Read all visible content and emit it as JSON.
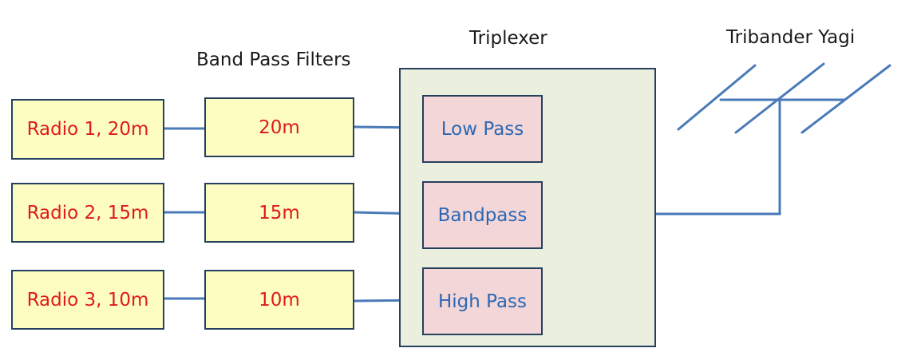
{
  "headings": {
    "band_pass_filters": "Band Pass Filters",
    "triplexer": "Triplexer",
    "antenna": "Tribander Yagi"
  },
  "radios": [
    {
      "label": "Radio 1, 20m"
    },
    {
      "label": "Radio 2, 15m"
    },
    {
      "label": "Radio 3, 10m"
    }
  ],
  "band_filters": [
    {
      "label": "20m"
    },
    {
      "label": "15m"
    },
    {
      "label": "10m"
    }
  ],
  "triplexer_filters": [
    {
      "label": "Low Pass"
    },
    {
      "label": "Bandpass"
    },
    {
      "label": "High Pass"
    }
  ],
  "colors": {
    "radio_fill": "#fdfdc2",
    "filter_fill": "#fdfdc2",
    "triplexer_fill": "#eaf0dd",
    "triplexer_filter_fill": "#f3d6d8",
    "border": "#27405e",
    "wire": "#4a7ab8",
    "radio_text": "#e01a1a",
    "triplexer_text": "#2b67b3"
  }
}
